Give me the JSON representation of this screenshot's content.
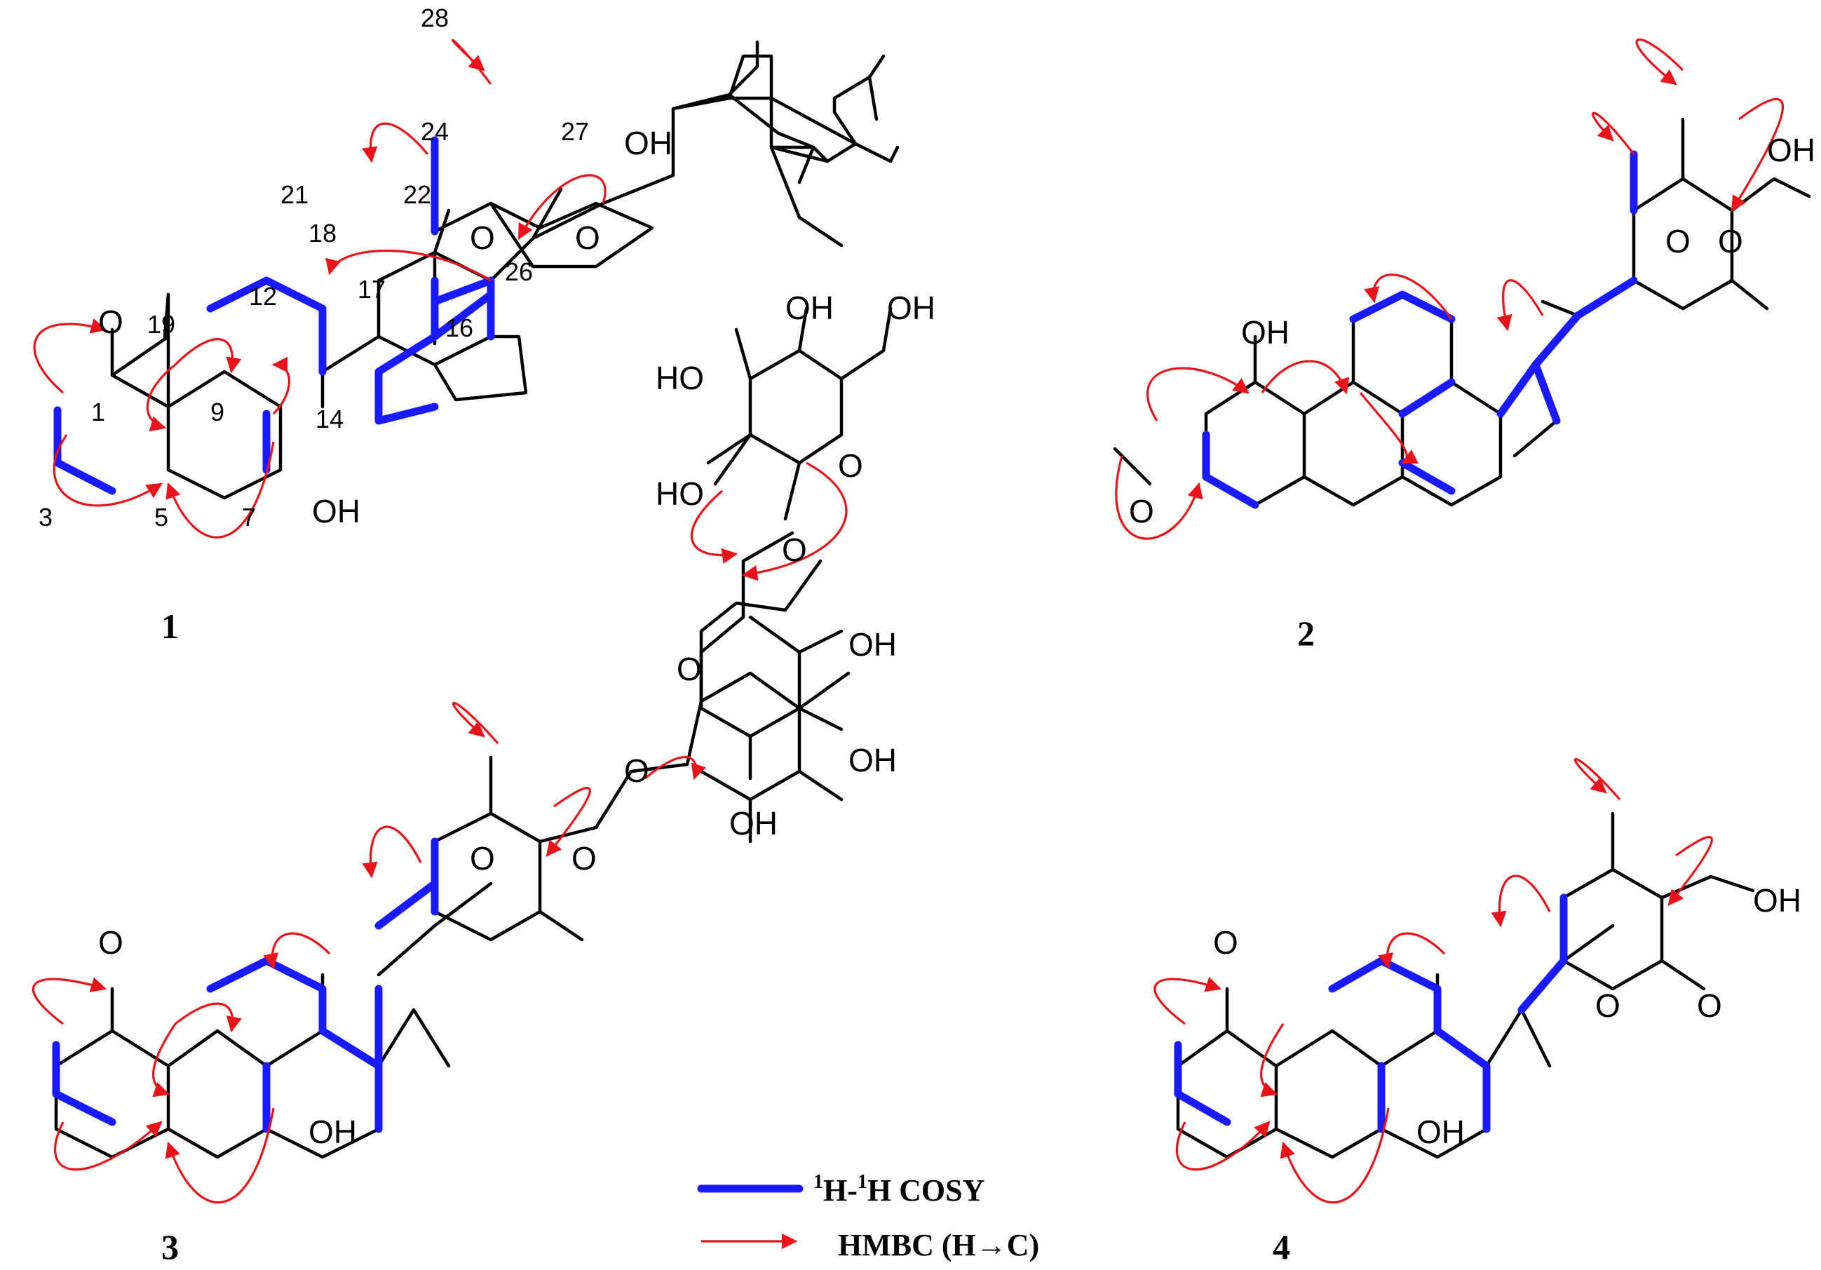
{
  "compounds": [
    {
      "id": "1",
      "atoms": {
        "o_keto": "O",
        "oh7": "OH",
        "o_ring": "O",
        "o_carbonyl": "O",
        "oh27": "OH"
      },
      "numbers": [
        "28",
        "24",
        "27",
        "21",
        "22",
        "18",
        "26",
        "19",
        "12",
        "17",
        "16",
        "1",
        "9",
        "14",
        "3",
        "5",
        "7"
      ]
    },
    {
      "id": "2",
      "atoms": {
        "oh11": "OH",
        "o_methoxy": "O",
        "o_ring": "O",
        "o_carbonyl": "O",
        "oh27": "OH"
      }
    },
    {
      "id": "3",
      "atoms": {
        "o_keto": "O",
        "oh7": "OH",
        "o_ring": "O",
        "o_carbonyl": "O",
        "o_glyc": "O"
      }
    },
    {
      "id": "4",
      "atoms": {
        "o_keto": "O",
        "oh7": "OH",
        "o_ring": "O",
        "o_carbonyl": "O",
        "oh27": "OH"
      }
    }
  ],
  "sugar": {
    "atoms": [
      "OH",
      "OH",
      "HO",
      "HO",
      "O",
      "O",
      "O",
      "OH",
      "OH",
      "OH"
    ]
  },
  "legend": {
    "cosy_sup1": "1",
    "cosy_mid": "H-",
    "cosy_sup2": "1",
    "cosy_end": "H COSY",
    "hmbc": "HMBC (H→C)"
  },
  "colors": {
    "cosy": "#1a1aff",
    "hmbc": "#e8131b",
    "bond": "#000000"
  }
}
